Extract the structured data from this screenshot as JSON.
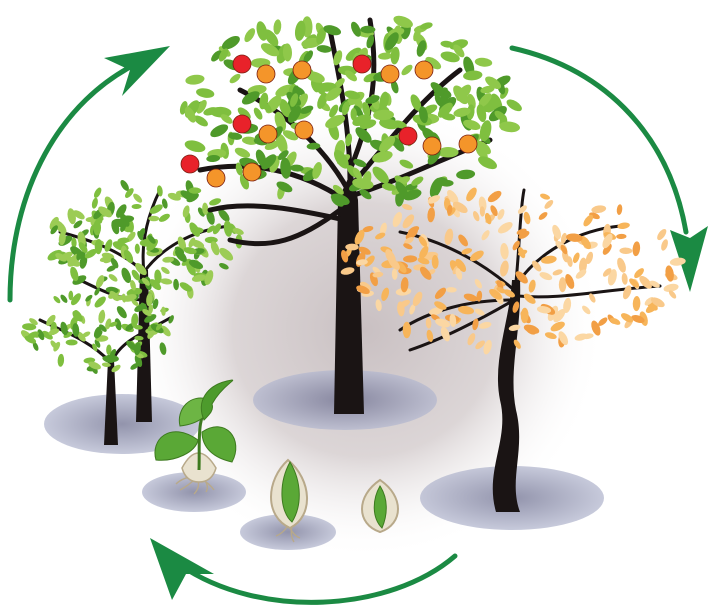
{
  "diagram": {
    "stages": [
      "seed",
      "sprouting-seed",
      "seedling",
      "young-tree",
      "mature-fruiting-tree",
      "old-autumn-tree"
    ],
    "arrow_color": "#1b8a43",
    "colors": {
      "trunk": "#1a1414",
      "leaf_green": "#7fbf3f",
      "leaf_dark": "#4f9a2a",
      "fruit_red": "#e8222a",
      "fruit_orange": "#f4952a",
      "autumn_leaf": "#f7b55a",
      "shadow": "#8e92b0",
      "backdrop": "#d6cfd0"
    }
  }
}
